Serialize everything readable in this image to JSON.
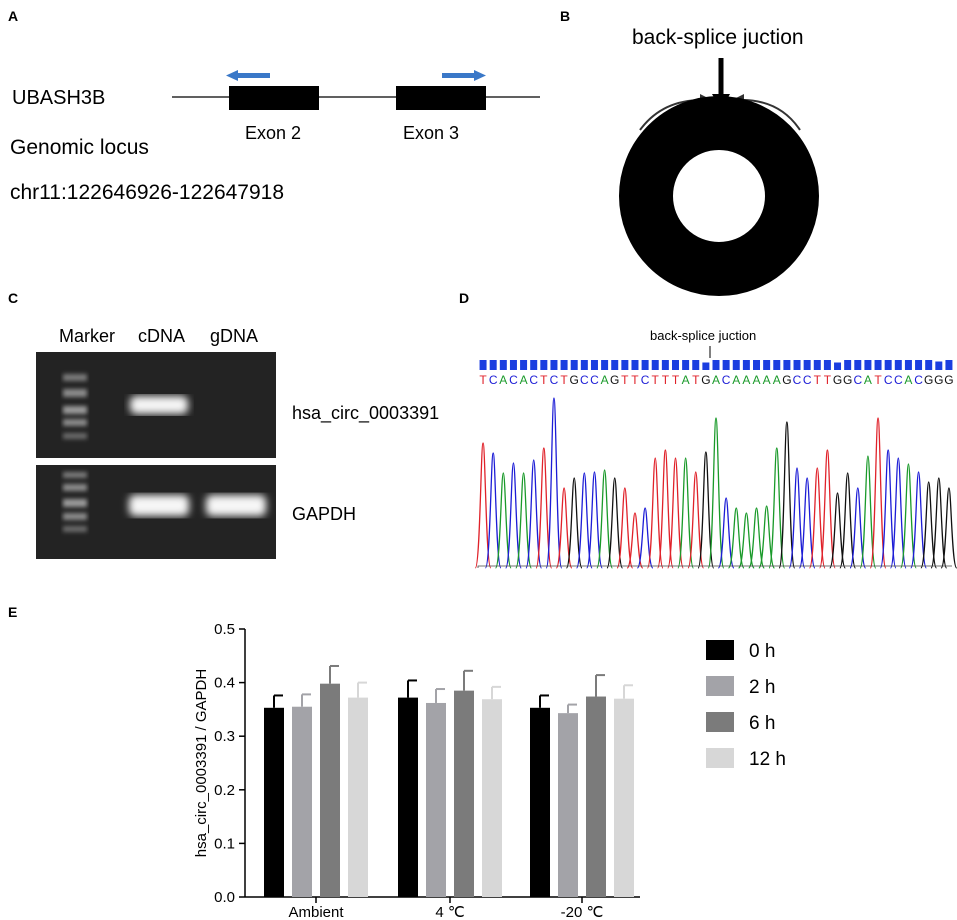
{
  "panels": {
    "a": {
      "label": "A",
      "gene": "UBASH3B",
      "exon2": "Exon 2",
      "exon3": "Exon 3",
      "locus_label": "Genomic locus",
      "locus": "chr11:122646926-122647918"
    },
    "b": {
      "label": "B",
      "title": "back-splice juction"
    },
    "c": {
      "label": "C",
      "lanes": [
        "Marker",
        "cDNA",
        "gDNA"
      ],
      "gel1_label": "hsa_circ_0003391",
      "gel2_label": "GAPDH"
    },
    "d": {
      "label": "D",
      "junction_label": "back-splice juction",
      "sequence": "TCACACTCTGCCAGTTCTTTATGACAAAAAGCCTTGGCATCCACGGG"
    },
    "e": {
      "label": "E"
    }
  },
  "colors": {
    "A": "#1a9a2a",
    "C": "#1d1dd6",
    "G": "#111111",
    "T": "#e0222a",
    "arrow": "#3a78c8"
  },
  "chart_data": {
    "type": "bar",
    "ylabel": "hsa_circ_0003391 / GAPDH",
    "xlabel": "",
    "ylim": [
      0,
      0.5
    ],
    "yticks": [
      "0.0",
      "0.1",
      "0.2",
      "0.3",
      "0.4",
      "0.5"
    ],
    "categories": [
      "Ambient",
      "4 ℃",
      "-20 ℃"
    ],
    "series": [
      {
        "name": "0 h",
        "color": "#000000",
        "values": [
          0.353,
          0.372,
          0.353
        ],
        "errors": [
          0.023,
          0.032,
          0.023
        ]
      },
      {
        "name": "2 h",
        "color": "#a3a3a8",
        "values": [
          0.355,
          0.362,
          0.343
        ],
        "errors": [
          0.023,
          0.026,
          0.016
        ]
      },
      {
        "name": "6 h",
        "color": "#7b7b7b",
        "values": [
          0.398,
          0.385,
          0.374
        ],
        "errors": [
          0.033,
          0.037,
          0.04
        ]
      },
      {
        "name": "12 h",
        "color": "#d7d7d7",
        "values": [
          0.372,
          0.369,
          0.37
        ],
        "errors": [
          0.028,
          0.023,
          0.025
        ]
      }
    ],
    "legend": "right"
  }
}
